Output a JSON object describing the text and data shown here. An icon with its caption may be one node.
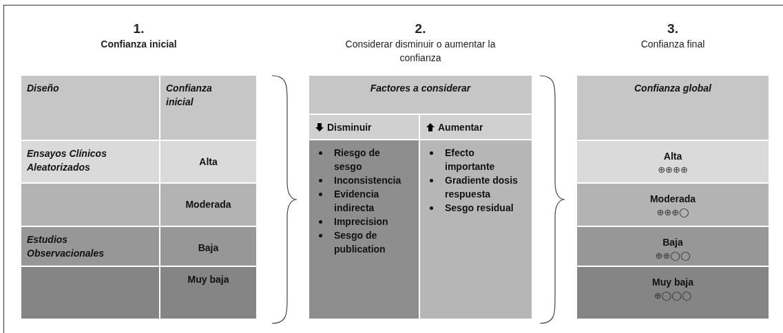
{
  "diagram": {
    "nodes": [
      {
        "text": [
          "1.",
          "Confianza inicial"
        ]
      },
      {
        "text": [
          "Diseño"
        ],
        "in": 0
      },
      {
        "text": [
          "Confianza inicial"
        ],
        "in": 0
      },
      {
        "text": [
          "Ensayos Clínicos Aleatorizados"
        ],
        "in": 0
      },
      {
        "text": [
          "Alta"
        ],
        "in": 0
      },
      {
        "text": [],
        "shape": "box",
        "in": 0
      },
      {
        "text": [
          "Moderada"
        ],
        "in": 0
      },
      {
        "text": [
          "Estudios Observacionales"
        ],
        "in": 0
      },
      {
        "text": [
          "Baja"
        ],
        "in": 0
      },
      {
        "text": [],
        "shape": "box",
        "in": 0
      },
      {
        "text": [
          "Muy baja"
        ],
        "in": 0
      },
      {
        "text": [
          "2.",
          "Considerar disminuir o aumentar la confianza"
        ]
      },
      {
        "text": [
          "Factores a considerar"
        ],
        "in": 11
      },
      {
        "text": [
          "Disminuir"
        ],
        "in": 11
      },
      {
        "text": [
          "Aumentar"
        ],
        "in": 11
      },
      {
        "text": [
          "Riesgo de sesgo",
          "Inconsistencia",
          "Evidencia indirecta",
          "Imprecision",
          "Sesgo de publication"
        ],
        "in": 11
      },
      {
        "text": [
          "Efecto importante",
          "Gradiente dosis respuesta",
          "Sesgo residual"
        ],
        "in": 11
      },
      {
        "text": [
          "3.",
          "Confianza final"
        ]
      },
      {
        "text": [
          "Confianza global"
        ],
        "in": 17
      },
      {
        "text": [
          "Alta",
          "⊕⊕⊕⊕"
        ],
        "in": 17
      },
      {
        "text": [
          "Moderada",
          "⊕⊕⊕◯"
        ],
        "in": 17
      },
      {
        "text": [
          "Baja",
          "⊕⊕◯◯"
        ],
        "in": 17
      },
      {
        "text": [
          "Muy baja",
          "⊕◯◯◯"
        ],
        "in": 17
      }
    ],
    "edges": []
  }
}
